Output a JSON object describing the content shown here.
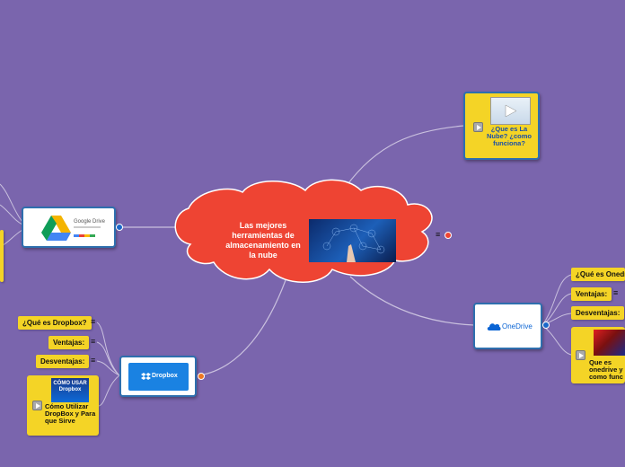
{
  "central": {
    "title": "Las mejores herramientas de almacenamiento en la nube"
  },
  "top_right": {
    "video_title": "¿Que es La Nube? ¿como funciona?"
  },
  "google_drive": {
    "logo_text": "Google Drive"
  },
  "onedrive": {
    "logo_text": "OneDrive",
    "items": [
      "¿Qué es Onedri",
      "Ventajas:",
      "Desventajas:"
    ],
    "video_title": "Que es onedrive y como func"
  },
  "dropbox": {
    "logo_text": "Dropbox",
    "items": [
      "¿Qué es Dropbox?",
      "Ventajas:",
      "Desventajas:"
    ],
    "video_title": "Cómo Utilizar DropBox y Para que Sirve",
    "thumb_text": "CÓMO USAR Dropbox"
  },
  "colors": {
    "background": "#7a65ad",
    "cloud": "#ee4433",
    "card_border": "#2e6fae",
    "label": "#f4d426"
  }
}
